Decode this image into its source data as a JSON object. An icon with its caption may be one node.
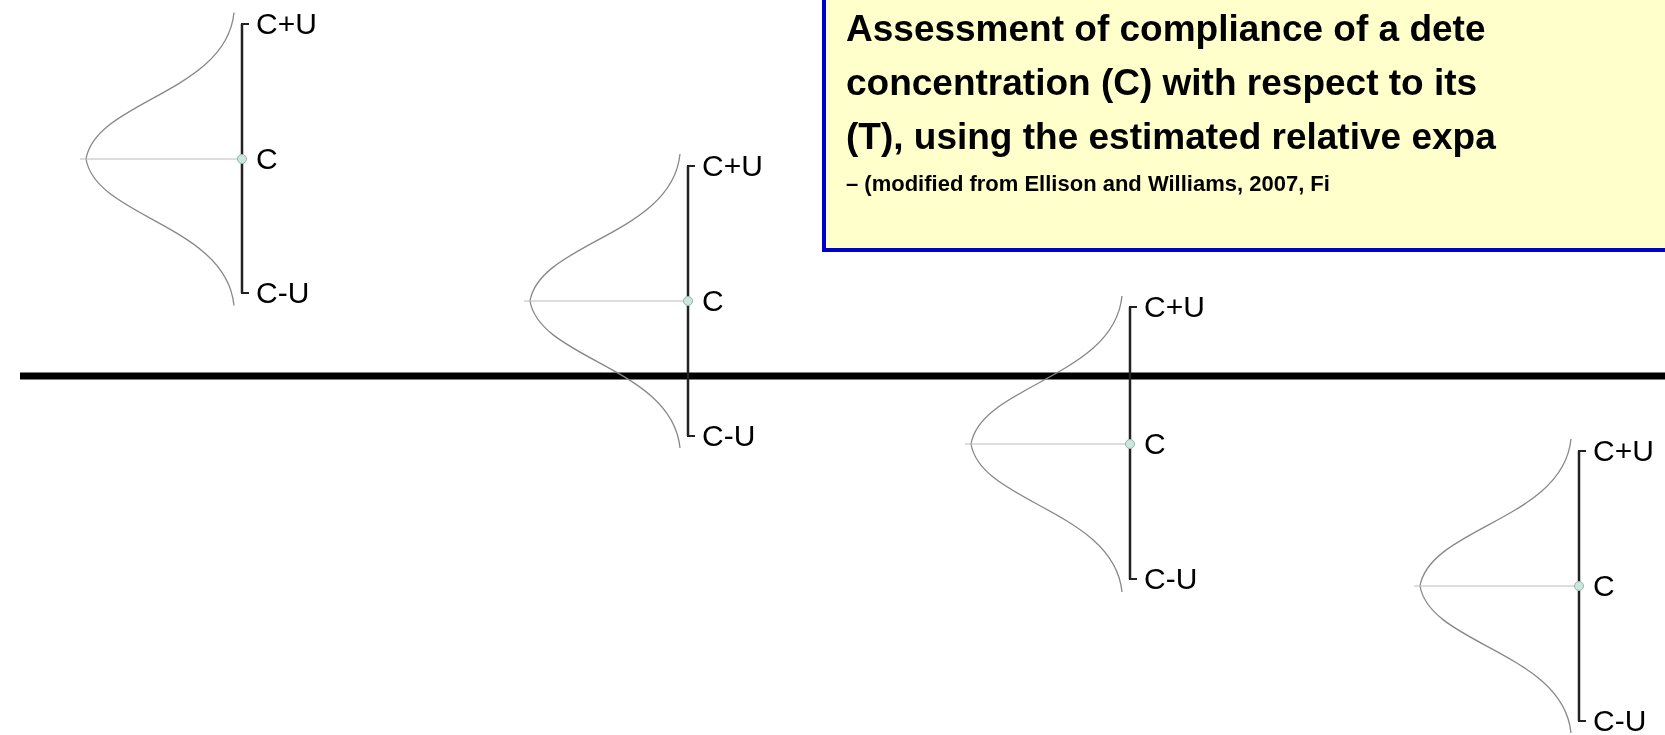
{
  "diagram": {
    "nodes": [
      {
        "text": [
          "Assessment of compliance of a dete",
          "concentration (C) with respect to its",
          "(T), using the estimated relative expa",
          "– (modified from Ellison and Williams, 2007, Fi"
        ]
      }
    ],
    "labels": [
      "C+U",
      "C",
      "C-U",
      "C+U",
      "C",
      "C-U",
      "C+U",
      "C",
      "C-U",
      "C+U",
      "C",
      "C-U"
    ]
  }
}
